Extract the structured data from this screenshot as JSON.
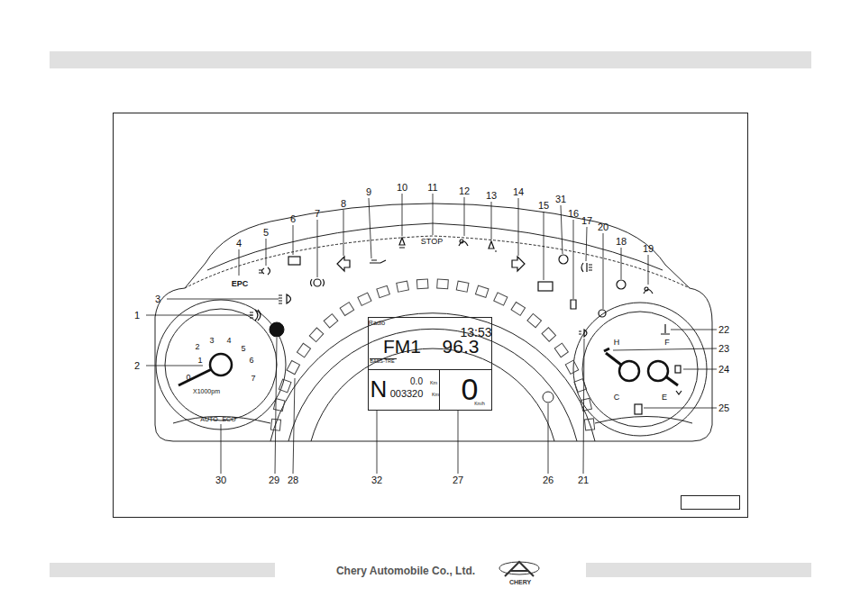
{
  "diagram": {
    "labels": [
      "1",
      "2",
      "3",
      "4",
      "5",
      "6",
      "7",
      "8",
      "9",
      "10",
      "11",
      "12",
      "13",
      "14",
      "15",
      "31",
      "16",
      "17",
      "20",
      "18",
      "19",
      "22",
      "23",
      "24",
      "25",
      "30",
      "29",
      "28",
      "32",
      "27",
      "26",
      "21",
      "EPC",
      "STOP",
      "0",
      "1",
      "2",
      "3",
      "4",
      "5",
      "6",
      "7",
      "X1000pm",
      "AUTO",
      "ECO",
      "H",
      "F",
      "C",
      "E",
      "Radio",
      "13:53",
      "FM1",
      "96.3",
      "BASS-TRE",
      "0.0",
      "Km",
      "003320",
      "Km",
      "N",
      "0",
      "Km/h",
      "Chery Automobile Co., Ltd.",
      "CHERY"
    ]
  }
}
